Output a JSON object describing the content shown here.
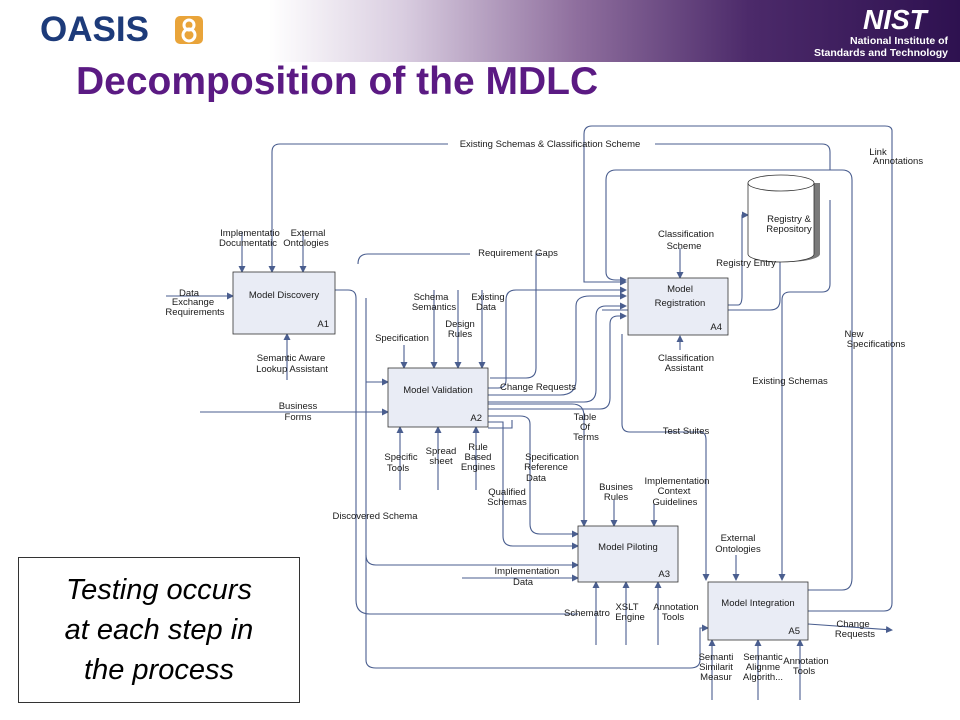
{
  "header": {
    "left_logo_text": "OASIS",
    "right_logo_mark": "NIST",
    "right_logo_lines": [
      "National Institute of",
      "Standards and Technology"
    ]
  },
  "title": "Decomposition of the MDLC",
  "activities": [
    {
      "id": "A1",
      "name": "Model Discovery"
    },
    {
      "id": "A2",
      "name": "Model Validation"
    },
    {
      "id": "A3",
      "name": "Model Piloting"
    },
    {
      "id": "A4",
      "name": "Model Registration"
    },
    {
      "id": "A5",
      "name": "Model Integration"
    }
  ],
  "repository": "Registry & Repository",
  "flow_labels": {
    "existing_schemas_classification": "Existing Schemas & Classification Scheme",
    "link_annotations": "Link Annotations",
    "implementation_documentation": "Implementation Documentation",
    "external_ontologies_a1": "External Ontologies",
    "requirement_gaps": "Requirement Gaps",
    "data_exchange_requirements": "Data Exchange Requirements",
    "semantic_aware_lookup": "Semantic Aware Lookup Assistant",
    "business_forms": "Business Forms",
    "discovered_schema": "Discovered Schema",
    "specification": "Specification",
    "schema_semantics": "Schema Semantics",
    "existing_data": "Existing Data",
    "design_rules": "Design Rules",
    "change_requests_a2": "Change Requests",
    "table_of_terms": "Table Of Terms",
    "specification_tools": "Specification Tools",
    "spreadsheet": "Spread sheet",
    "rule_based_engines": "Rule Based Engines",
    "specification_reference_data": "Specification Reference Data",
    "qualified_schemas": "Qualified Schemas",
    "classification_scheme": "Classification Scheme",
    "registry_entry": "Registry Entry",
    "classification_assistant": "Classification Assistant",
    "test_suites": "Test Suites",
    "new_specifications": "New Specifications",
    "existing_schemas": "Existing Schemas",
    "business_rules": "Business Rules",
    "implementation_context_guidelines": "Implementation Context Guidelines",
    "external_ontologies_a5": "External Ontologies",
    "implementation_data": "Implementation Data",
    "schematron": "Schematron",
    "xslt_engine": "XSLT Engine",
    "annotation_tools_a3": "Annotation Tools",
    "semantic_similarity_measure": "Semantic Similarity Measure",
    "semantic_alignment_algorithm": "Semantic Alignment Algorithm",
    "annotation_tools_a5": "Annotation Tools",
    "change_requests_a5": "Change Requests"
  },
  "callout": "Testing occurs\nat each step in\nthe process",
  "colors": {
    "title": "#5b1a83",
    "arrows": "#4a5e8f",
    "box_fill": "#e9ecf5",
    "banner_dark": "#2e1150"
  }
}
